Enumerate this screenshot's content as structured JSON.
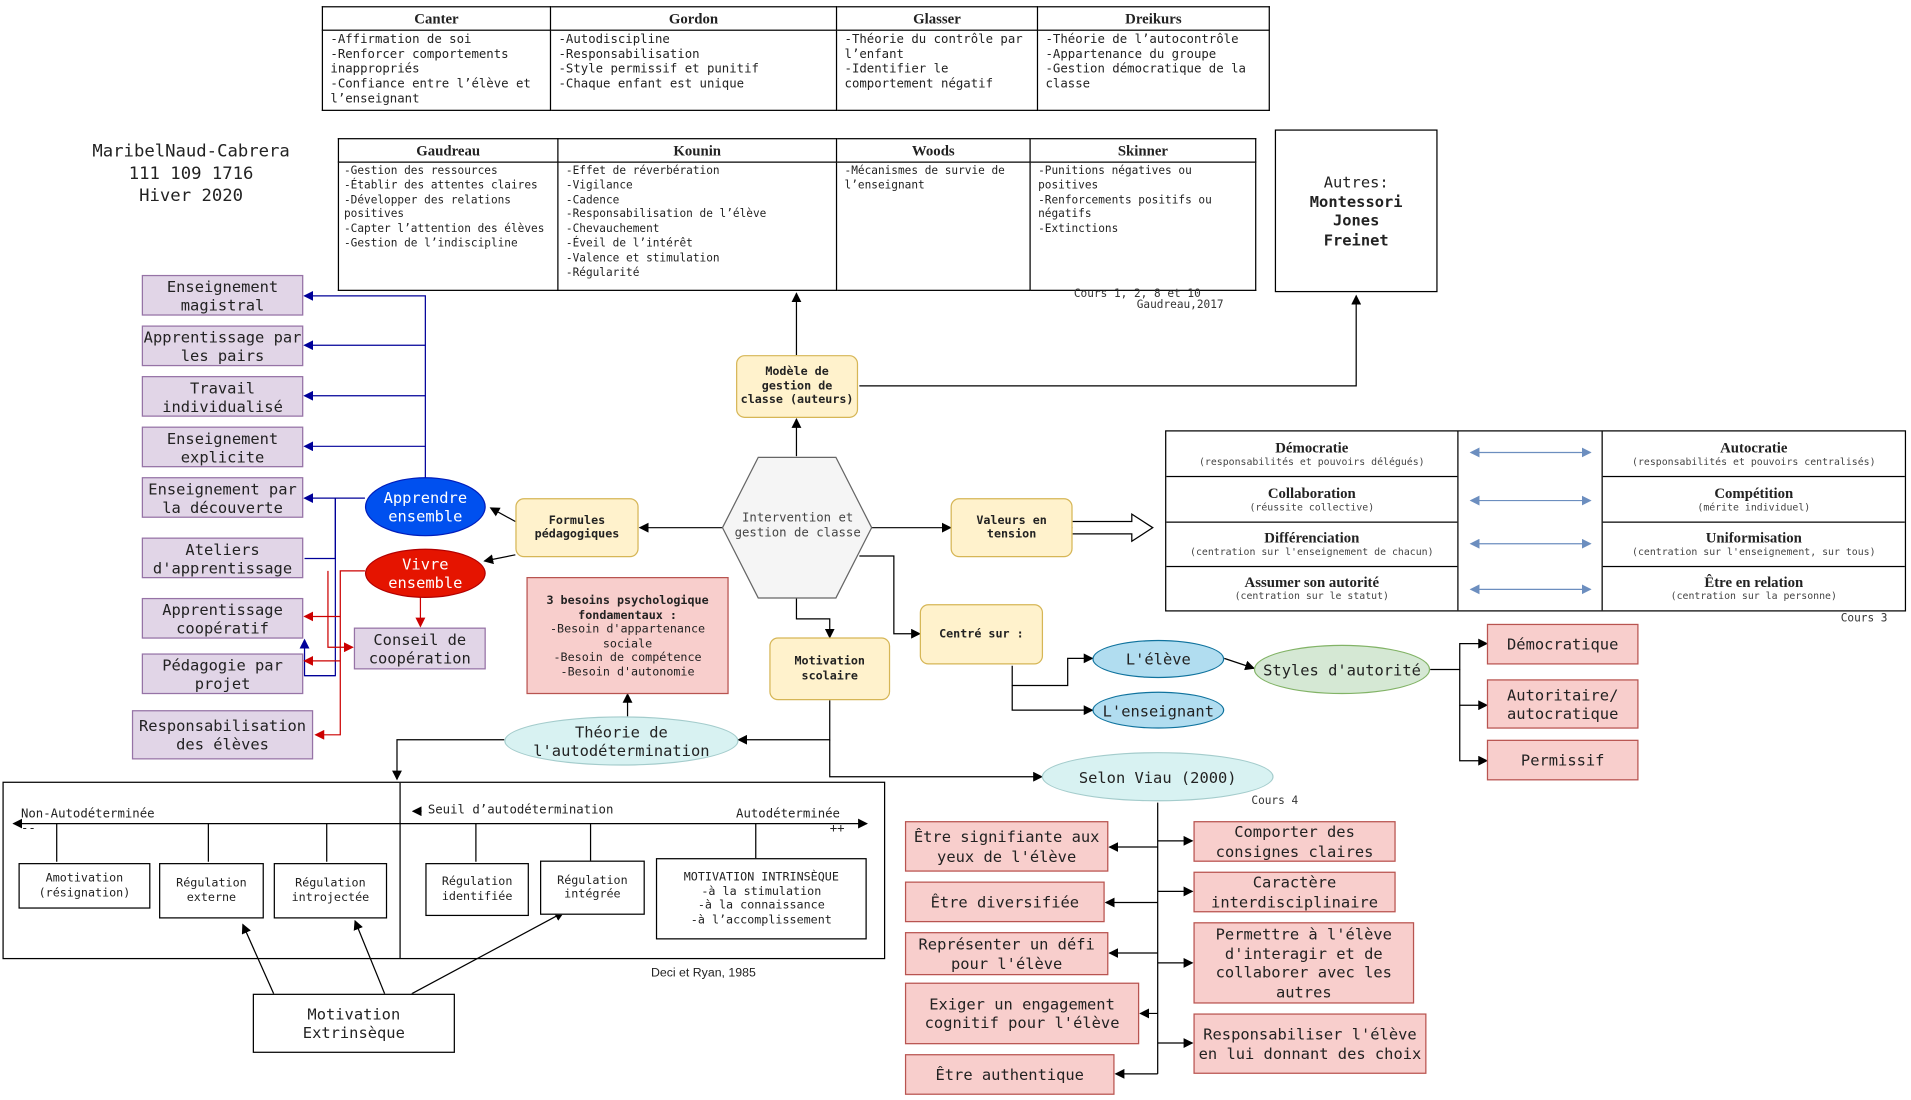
{
  "author": {
    "name": "MaribelNaud-Cabrera",
    "id": "111 109 1716",
    "term": "Hiver 2020"
  },
  "authors_table_1": {
    "headers": [
      "Canter",
      "Gordon",
      "Glasser",
      "Dreikurs"
    ],
    "cells": [
      [
        "-Affirmation de soi",
        "-Renforcer comportements inappropriés",
        "-Confiance entre l’élève et l’enseignant"
      ],
      [
        "-Autodiscipline",
        "-Responsabilisation",
        "-Style permissif et punitif",
        "-Chaque enfant est unique"
      ],
      [
        "-Théorie du contrôle par l’enfant",
        "-Identifier le comportement négatif"
      ],
      [
        "-Théorie de l’autocontrôle",
        "-Appartenance du groupe",
        "-Gestion démocratique de la classe"
      ]
    ]
  },
  "authors_table_2": {
    "headers": [
      "Gaudreau",
      "Kounin",
      "Woods",
      "Skinner"
    ],
    "cells": [
      [
        "-Gestion des ressources",
        "-Établir des attentes claires",
        "-Développer des relations positives",
        "-Capter l’attention des élèves",
        "-Gestion de l’indiscipline"
      ],
      [
        "-Effet de réverbération",
        "-Vigilance",
        "-Cadence",
        "-Responsabilisation de l’élève",
        "-Chevauchement",
        "-Éveil de l’intérêt",
        "-Valence et stimulation",
        "-Régularité"
      ],
      [
        "-Mécanismes de survie de l’enseignant"
      ],
      [
        "-Punitions négatives ou positives",
        "-Renforcements positifs ou négatifs",
        "-Extinctions"
      ]
    ]
  },
  "courses_note": "Cours 1, 2, 8 et 10",
  "gaudreau_ref": "Gaudreau,2017",
  "autres": {
    "label": "Autres:",
    "names": [
      "Montessori",
      "Jones",
      "Freinet"
    ]
  },
  "center_node": "Intervention et gestion de classe",
  "modele_node": "Modèle de gestion de classe (auteurs)",
  "formules_node": "Formules pédagogiques",
  "valeurs_node": "Valeurs en tension",
  "centre_node": "Centré sur :",
  "motivation_node": "Motivation scolaire",
  "apprendre_node": "Apprendre ensemble",
  "vivre_node": "Vivre ensemble",
  "conseil_node": "Conseil de coopération",
  "formules": [
    "Enseignement magistral",
    "Apprentissage par les pairs",
    "Travail individualisé",
    "Enseignement explicite",
    "Enseignement par la découverte",
    "Ateliers d'apprentissage",
    "Apprentissage coopératif",
    "Pédagogie par projet",
    "Responsabilisation des élèves"
  ],
  "values_table": [
    {
      "left": "Démocratie",
      "left_sub": "(responsabilités et pouvoirs délégués)",
      "right": "Autocratie",
      "right_sub": "(responsabilités et pouvoirs centralisés)"
    },
    {
      "left": "Collaboration",
      "left_sub": "(réussite collective)",
      "right": "Compétition",
      "right_sub": "(mérite individuel)"
    },
    {
      "left": "Différenciation",
      "left_sub": "(centration sur l'enseignement de chacun)",
      "right": "Uniformisation",
      "right_sub": "(centration sur l'enseignement, sur tous)"
    },
    {
      "left": "Assumer son autorité",
      "left_sub": "(centration sur le statut)",
      "right": "Être en relation",
      "right_sub": "(centration sur la personne)"
    }
  ],
  "cours3": "Cours 3",
  "eleve_node": "L'élève",
  "enseignant_node": "L'enseignant",
  "styles_node": "Styles d'autorité",
  "styles": [
    "Démocratique",
    "Autoritaire/ autocratique",
    "Permissif"
  ],
  "besoins": {
    "title": "3 besoins psychologique fondamentaux :",
    "items": [
      "-Besoin d'appartenance sociale",
      "-Besoin de compétence",
      "-Besoin d'autonomie"
    ]
  },
  "theorie_node": "Théorie de l'autodétermination",
  "viau_node": "Selon Viau (2000)",
  "cours4": "Cours 4",
  "viau_left": [
    "Être signifiante aux yeux de l'élève",
    "Être diversifiée",
    "Représenter un défi pour l'élève",
    "Exiger un engagement cognitif pour l'élève",
    "Être authentique"
  ],
  "viau_right": [
    "Comporter des consignes claires",
    "Caractère interdisciplinaire",
    "Permettre à l'élève d'interagir et de collaborer avec les autres",
    "Responsabiliser l'élève en lui donnant des choix"
  ],
  "continuum": {
    "left_label": "Non-Autodéterminée",
    "left_sign": "--",
    "threshold": "Seuil d’autodétermination",
    "right_label": "Autodéterminée",
    "right_sign": "++",
    "boxes": [
      "Amotivation (résignation)",
      "Régulation externe",
      "Régulation introjectée",
      "Régulation identifiée",
      "Régulation intégrée"
    ],
    "intrinsic": {
      "title": "MOTIVATION INTRINSÈQUE",
      "items": [
        "-à la stimulation",
        "-à la connaissance",
        "-à l’accomplissement"
      ]
    }
  },
  "deci_ref": "Deci et Ryan, 1985",
  "extrinseque_node": "Motivation Extrinsèque",
  "colors": {
    "purple": "#e1d5e7",
    "pink": "#f8cecc",
    "yellow": "#fff2cc",
    "teal": "#b1ddf0",
    "green": "#d5e8d4",
    "blue": "#0050ef",
    "red": "#e51400",
    "arrow_blue": "#000099",
    "arrow_red": "#cc0000",
    "arrow_values": "#6c8ebf"
  }
}
